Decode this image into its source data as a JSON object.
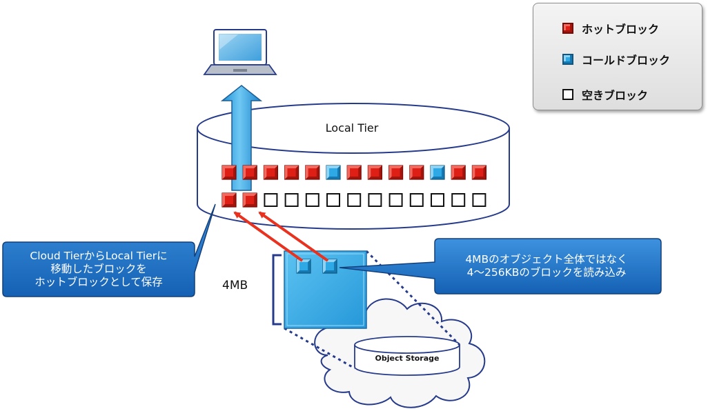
{
  "legend": {
    "items": [
      {
        "label": "ホットブロック",
        "kind": "hot"
      },
      {
        "label": "コールドブロック",
        "kind": "cold"
      },
      {
        "label": "空きブロック",
        "kind": "empty"
      }
    ]
  },
  "local_tier": {
    "label": "Local Tier",
    "upper_row": [
      "hot",
      "hot",
      "hot",
      "hot",
      "hot",
      "cold",
      "hot",
      "hot",
      "hot",
      "hot",
      "cold",
      "hot",
      "hot"
    ],
    "lower_row": [
      "hot",
      "hot",
      "empty",
      "empty",
      "empty",
      "empty",
      "empty",
      "empty",
      "empty",
      "empty",
      "empty",
      "empty",
      "empty"
    ]
  },
  "object": {
    "size_label": "4MB",
    "blocks": [
      "cold",
      "cold"
    ]
  },
  "object_storage": {
    "label": "Object Storage"
  },
  "callouts": {
    "left": "Cloud TierからLocal Tierに\n移動したブロックを\nホットブロックとして保存",
    "right": "4MBのオブジェクト全体ではなく\n4～256KBのブロックを読み込み"
  },
  "colors": {
    "hot": "#dd1f16",
    "cold": "#2ea9e6",
    "arrow_red": "#e8321f",
    "callout_blue": "#1e73c8",
    "drum_stroke": "#263a8a"
  }
}
